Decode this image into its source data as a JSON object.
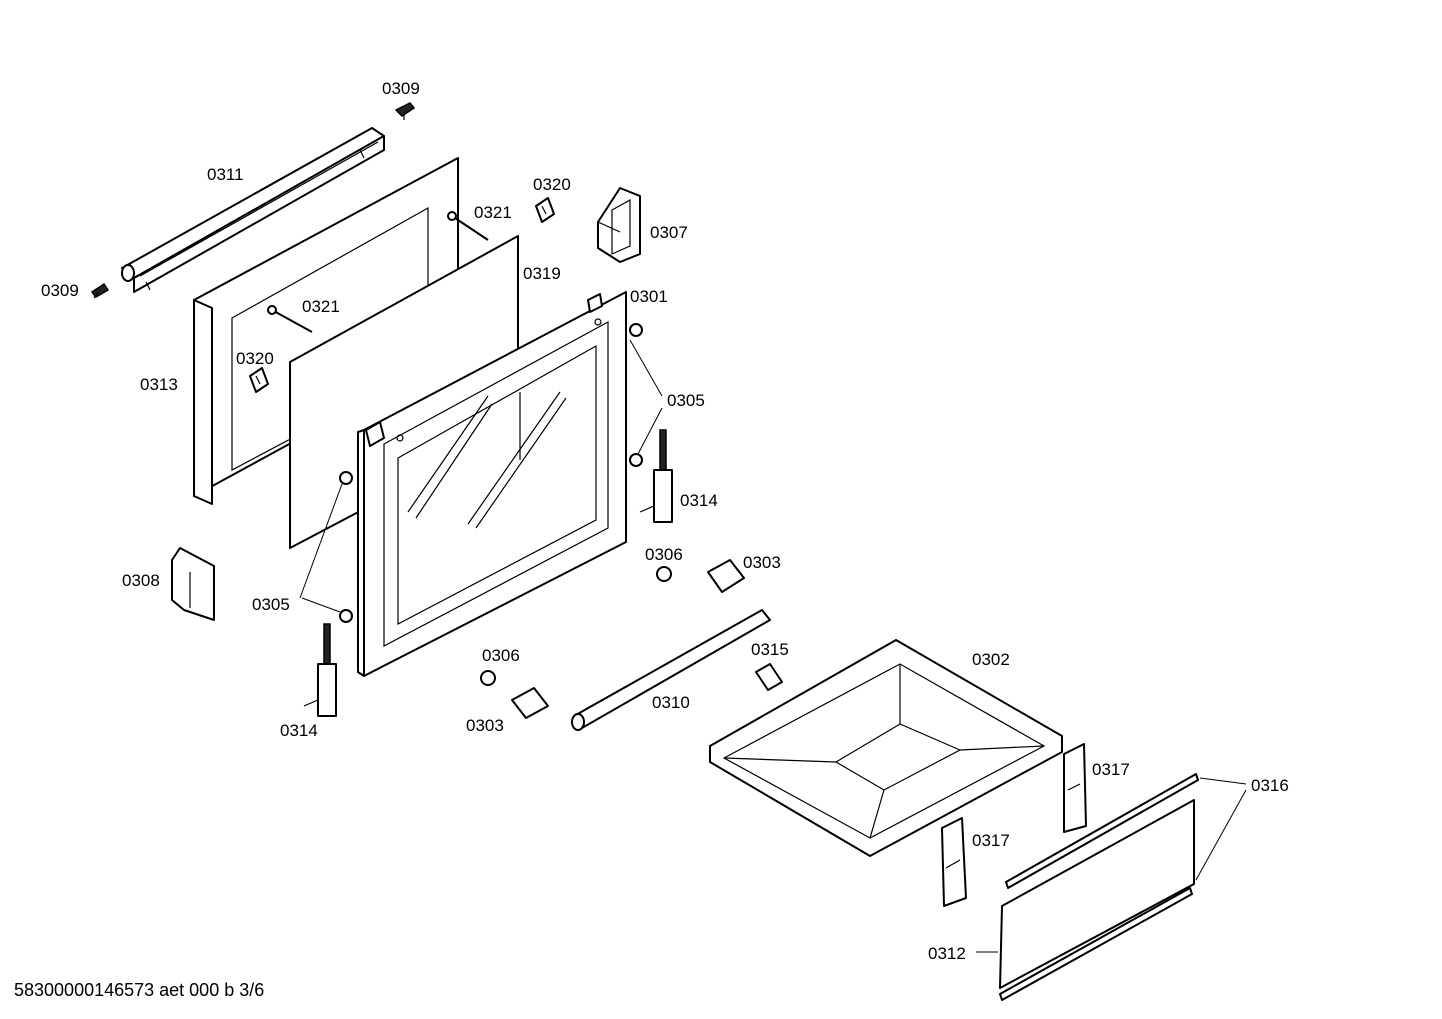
{
  "footer_code": "58300000146573 aet 000 b 3/6",
  "labels": {
    "p0309_top": "0309",
    "p0311": "0311",
    "p0309_left": "0309",
    "p0320_top": "0320",
    "p0321_top": "0321",
    "p0307": "0307",
    "p0319": "0319",
    "p0321_mid": "0321",
    "p0301": "0301",
    "p0320_mid": "0320",
    "p0313": "0313",
    "p0305_right": "0305",
    "p0314_right": "0314",
    "p0306_right": "0306",
    "p0303_right": "0303",
    "p0308": "0308",
    "p0305_left": "0305",
    "p0315": "0315",
    "p0302": "0302",
    "p0306_left": "0306",
    "p0310": "0310",
    "p0303_left": "0303",
    "p0314_left": "0314",
    "p0317_right": "0317",
    "p0316": "0316",
    "p0317_left": "0317",
    "p0312": "0312"
  }
}
